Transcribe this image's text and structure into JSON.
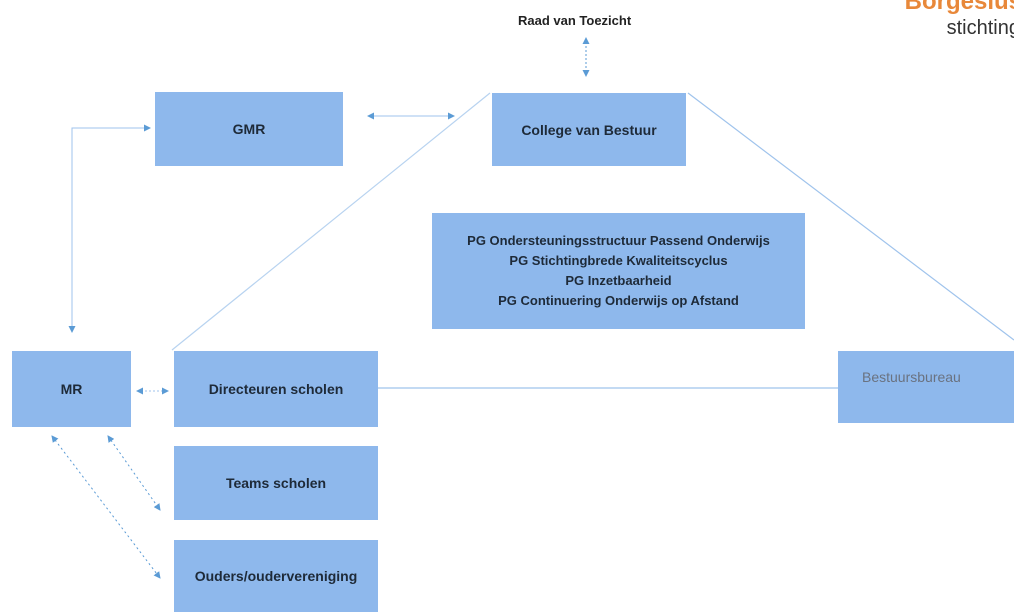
{
  "logo": {
    "name": "Borgesius",
    "sub": "stichting"
  },
  "top_label": "Raad van Toezicht",
  "boxes": {
    "gmr": "GMR",
    "cvb": "College van Bestuur",
    "mr": "MR",
    "directeuren": "Directeuren scholen",
    "bestuursbureau": "Bestuursbureau",
    "teams": "Teams scholen",
    "ouders": "Ouders/oudervereniging"
  },
  "projectgroepen": [
    "PG Ondersteuningsstructuur Passend Onderwijs",
    "PG Stichtingbrede Kwaliteitscyclus",
    "PG Inzetbaarheid",
    "PG Continuering Onderwijs op Afstand"
  ],
  "colors": {
    "box": "#8eb8ec",
    "line": "#9fc3ec",
    "arrow": "#5b9bd5",
    "logo": "#e8883a"
  }
}
